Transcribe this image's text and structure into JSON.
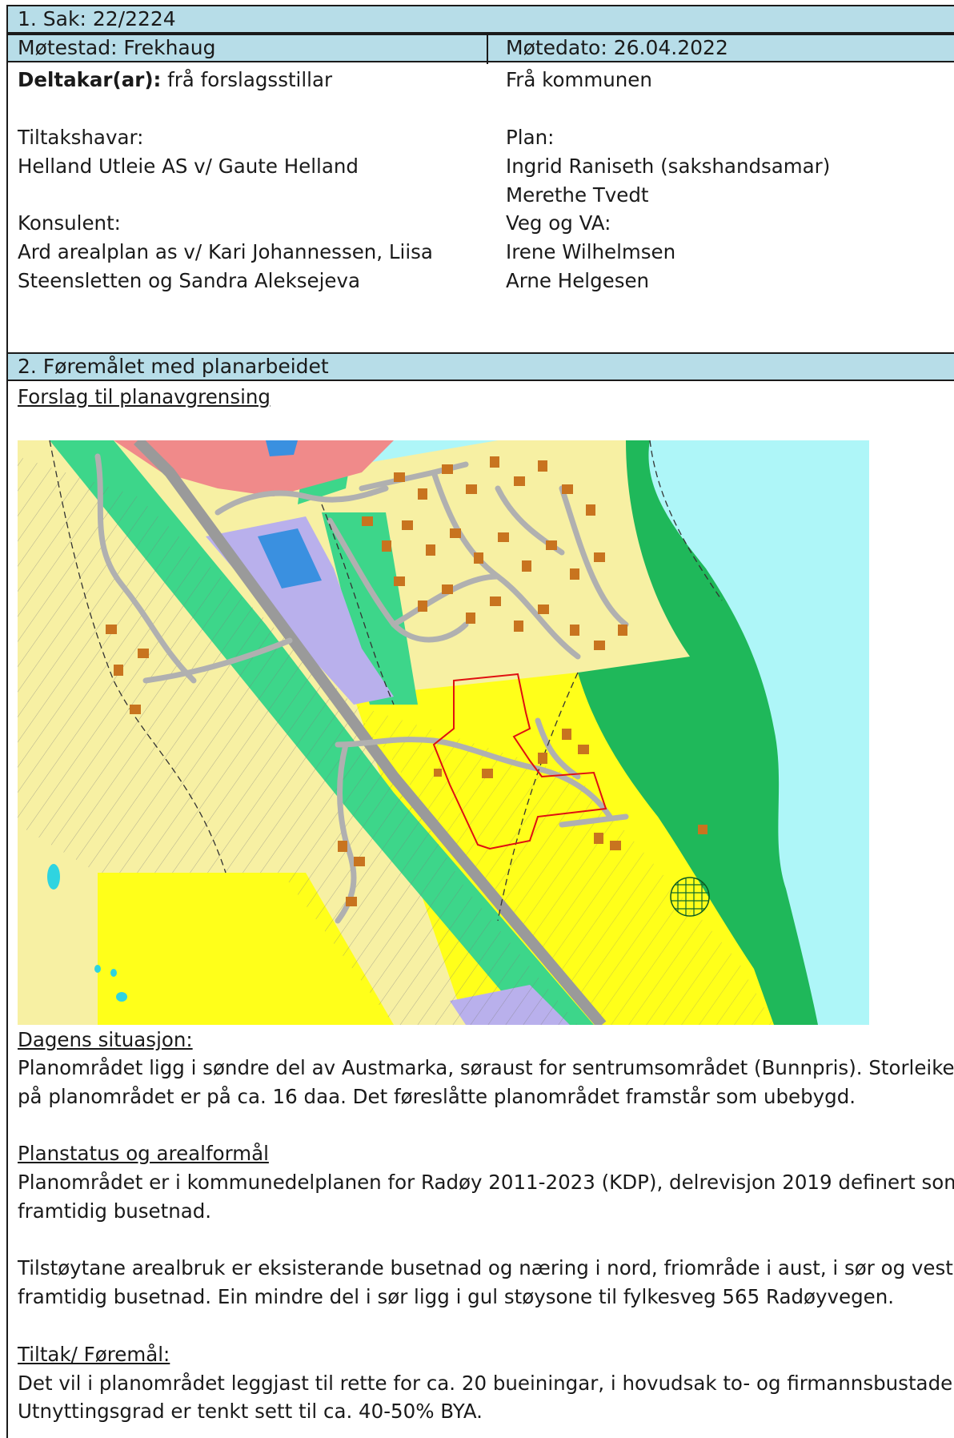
{
  "section1": {
    "header": "1. Sak: 22/2224",
    "motestad": "Møtestad: Frekhaug",
    "motedato": "Møtedato: 26.04.2022",
    "deltakar_label": "Deltakar(ar):",
    "deltakar_value": " frå forslagsstillar",
    "fra_kommunen": "Frå kommunen",
    "left_lines": [
      "Tiltakshavar:",
      "Helland Utleie AS v/ Gaute Helland",
      "Konsulent:",
      "Ard arealplan as v/ Kari Johannessen, Liisa",
      "Steensletten og Sandra Aleksejeva"
    ],
    "right_lines": [
      "Plan:",
      "Ingrid Raniseth (sakshandsamar)",
      "Merethe Tvedt",
      "Veg og VA:",
      "Irene Wilhelmsen",
      "Arne Helgesen"
    ]
  },
  "section2": {
    "header": "2. Føremålet med planarbeidet",
    "map_heading": "Forslag til planavgrensing",
    "dagens_heading": "Dagens situasjon:",
    "dagens_lines": [
      "Planområdet ligg i søndre del av Austmarka, søraust for sentrumsområdet (Bunnpris). Storleiken",
      "på planområdet er på ca. 16 daa. Det føreslåtte planområdet framstår som ubebygd."
    ],
    "planstatus_heading": "Planstatus og arealformål",
    "planstatus_lines": [
      "Planområdet er i kommunedelplanen for Radøy 2011-2023 (KDP), delrevisjon 2019 definert som",
      "framtidig busetnad."
    ],
    "tilstoytane_lines": [
      "Tilstøytane arealbruk er eksisterande busetnad og næring i nord,  friområde i aust, i sør og vest",
      "framtidig busetnad. Ein mindre del i sør ligg i gul støysone til fylkesveg 565 Radøyvegen."
    ],
    "tiltak_heading": "Tiltak/ Føremål:",
    "tiltak_lines": [
      "Det vil i planområdet leggjast til rette for ca. 20 bueiningar, i hovudsak to- og firmannsbustader.",
      "Utnyttingsgrad er tenkt sett til ca. 40-50% BYA."
    ]
  },
  "colors": {
    "header_bg": "#b7dde8",
    "existing_housing": "#f7f0a3",
    "future_housing": "#ffff1a",
    "green_area": "#3dd68a",
    "forest": "#1fb85a",
    "sea": "#aef6f8",
    "commercial": "#f08a8a",
    "public": "#b9b0ec",
    "road": "#a8a8a8",
    "plan_boundary": "#e01010",
    "building": "#c8741f"
  }
}
